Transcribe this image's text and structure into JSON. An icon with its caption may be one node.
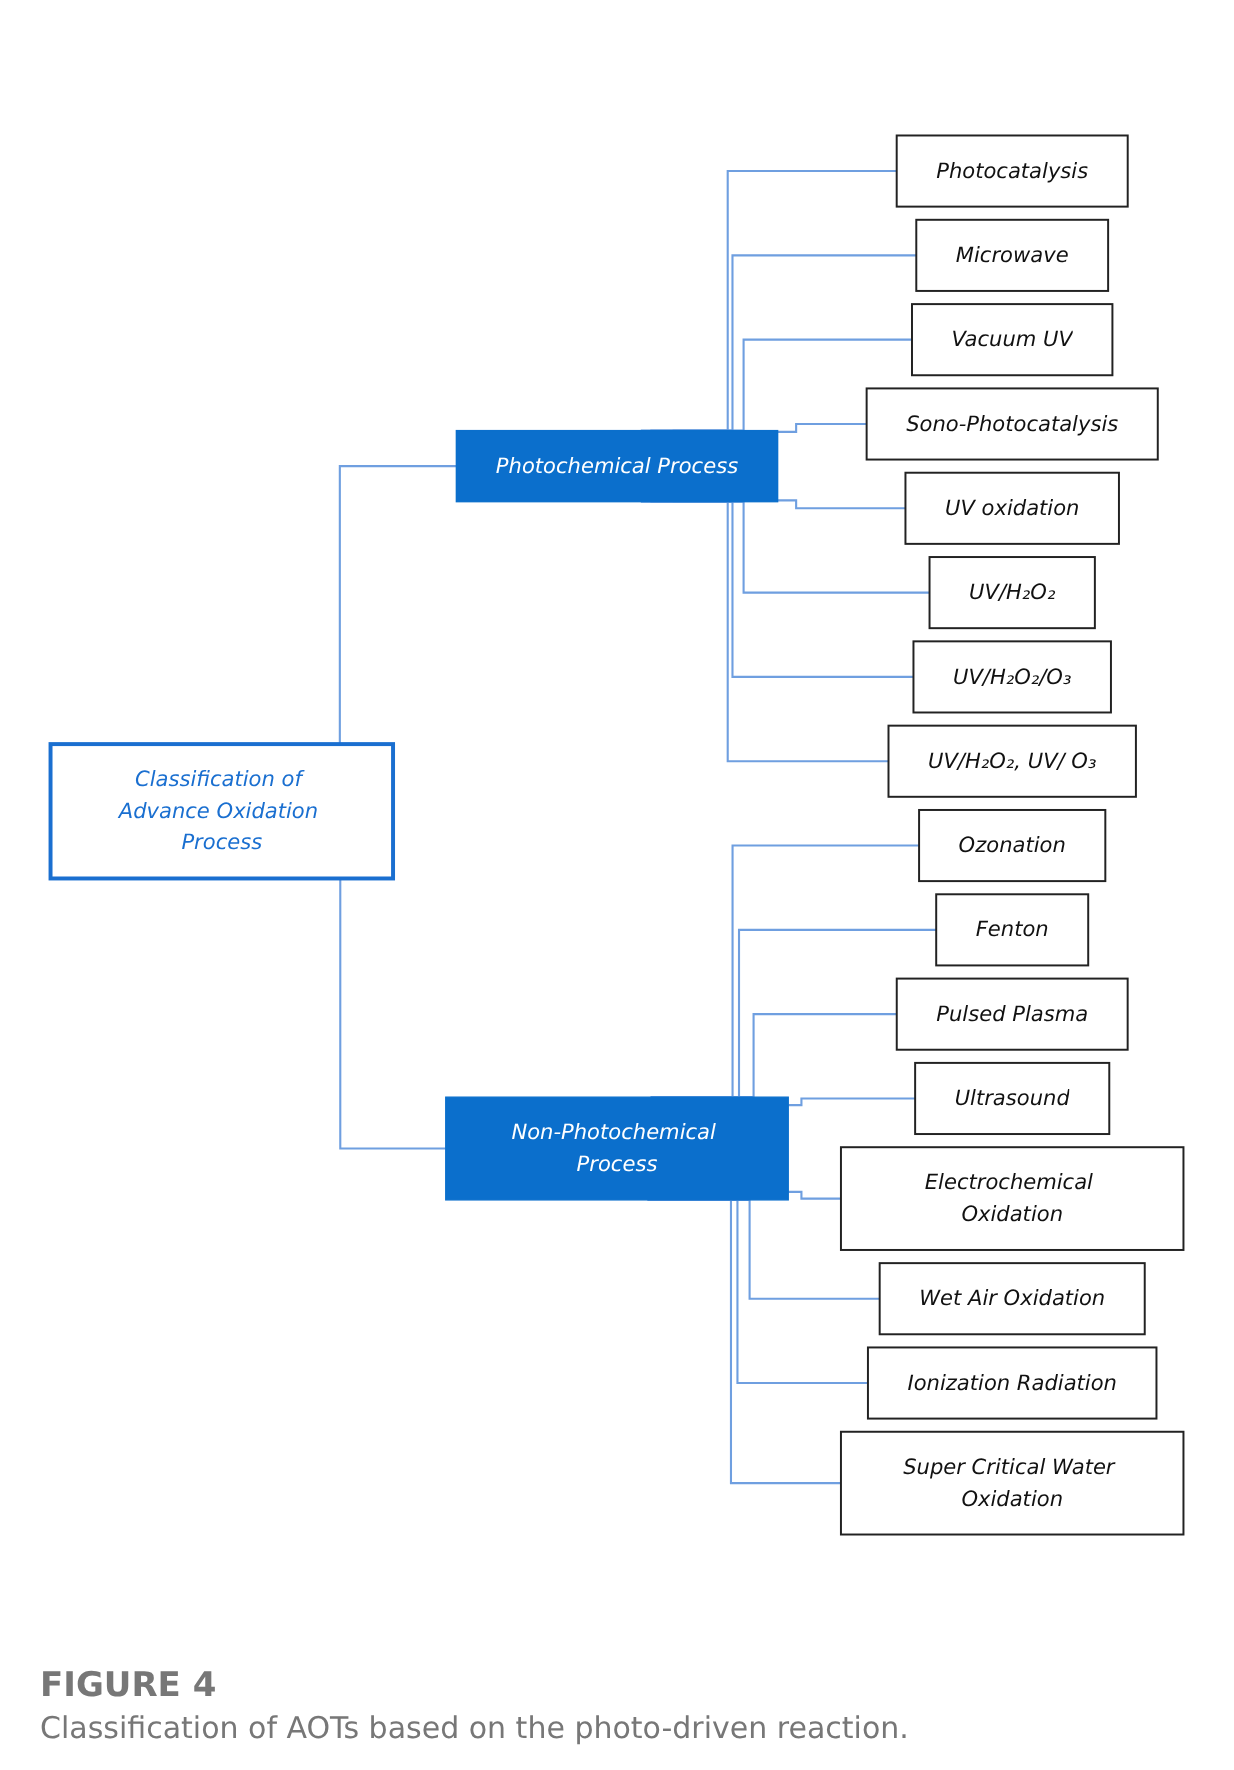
{
  "diagram": {
    "caption": "Classification of AOTs based on the photo-driven reaction.",
    "nodes": [
      {
        "text": [
          "Classification of Advance Oxidation Process"
        ]
      },
      {
        "text": [
          "Photochemical Process"
        ]
      },
      {
        "text": [
          "Photocatalysis"
        ]
      },
      {
        "text": [
          "Microwave"
        ]
      },
      {
        "text": [
          "Vacuum UV"
        ]
      },
      {
        "text": [
          "Sono-Photocatalysis"
        ]
      },
      {
        "text": [
          "UV oxidation"
        ]
      },
      {
        "text": [
          "UV/H₂O₂"
        ]
      },
      {
        "text": [
          "UV/H₂O₂/O₃"
        ]
      },
      {
        "text": [
          "UV/H₂O₂, UV/ O₃"
        ]
      },
      {
        "text": [
          "Non-Photochemical Process"
        ]
      },
      {
        "text": [
          "Ozonation"
        ]
      },
      {
        "text": [
          "Fenton"
        ]
      },
      {
        "text": [
          "Pulsed Plasma"
        ]
      },
      {
        "text": [
          "Ultrasound"
        ]
      },
      {
        "text": [
          "Electrochemical Oxidation"
        ]
      },
      {
        "text": [
          "Wet Air Oxidation"
        ]
      },
      {
        "text": [
          "Ionization Radiation"
        ]
      },
      {
        "text": [
          "Super Critical Water Oxidation"
        ]
      }
    ],
    "edges": [
      {
        "from": 0,
        "to": 1,
        "arrow": "none"
      },
      {
        "from": 0,
        "to": 10,
        "arrow": "none"
      },
      {
        "from": 1,
        "to": 2,
        "arrow": "none"
      },
      {
        "from": 1,
        "to": 3,
        "arrow": "none"
      },
      {
        "from": 1,
        "to": 4,
        "arrow": "none"
      },
      {
        "from": 1,
        "to": 5,
        "arrow": "none"
      },
      {
        "from": 1,
        "to": 6,
        "arrow": "none"
      },
      {
        "from": 1,
        "to": 7,
        "arrow": "none"
      },
      {
        "from": 1,
        "to": 8,
        "arrow": "none"
      },
      {
        "from": 1,
        "to": 9,
        "arrow": "none"
      },
      {
        "from": 10,
        "to": 11,
        "arrow": "none"
      },
      {
        "from": 10,
        "to": 12,
        "arrow": "none"
      },
      {
        "from": 10,
        "to": 13,
        "arrow": "none"
      },
      {
        "from": 10,
        "to": 14,
        "arrow": "none"
      },
      {
        "from": 10,
        "to": 15,
        "arrow": "none"
      },
      {
        "from": 10,
        "to": 16,
        "arrow": "none"
      },
      {
        "from": 10,
        "to": 17,
        "arrow": "none"
      },
      {
        "from": 10,
        "to": 18,
        "arrow": "none"
      }
    ],
    "labels": [
      "FIGURE 4"
    ]
  }
}
